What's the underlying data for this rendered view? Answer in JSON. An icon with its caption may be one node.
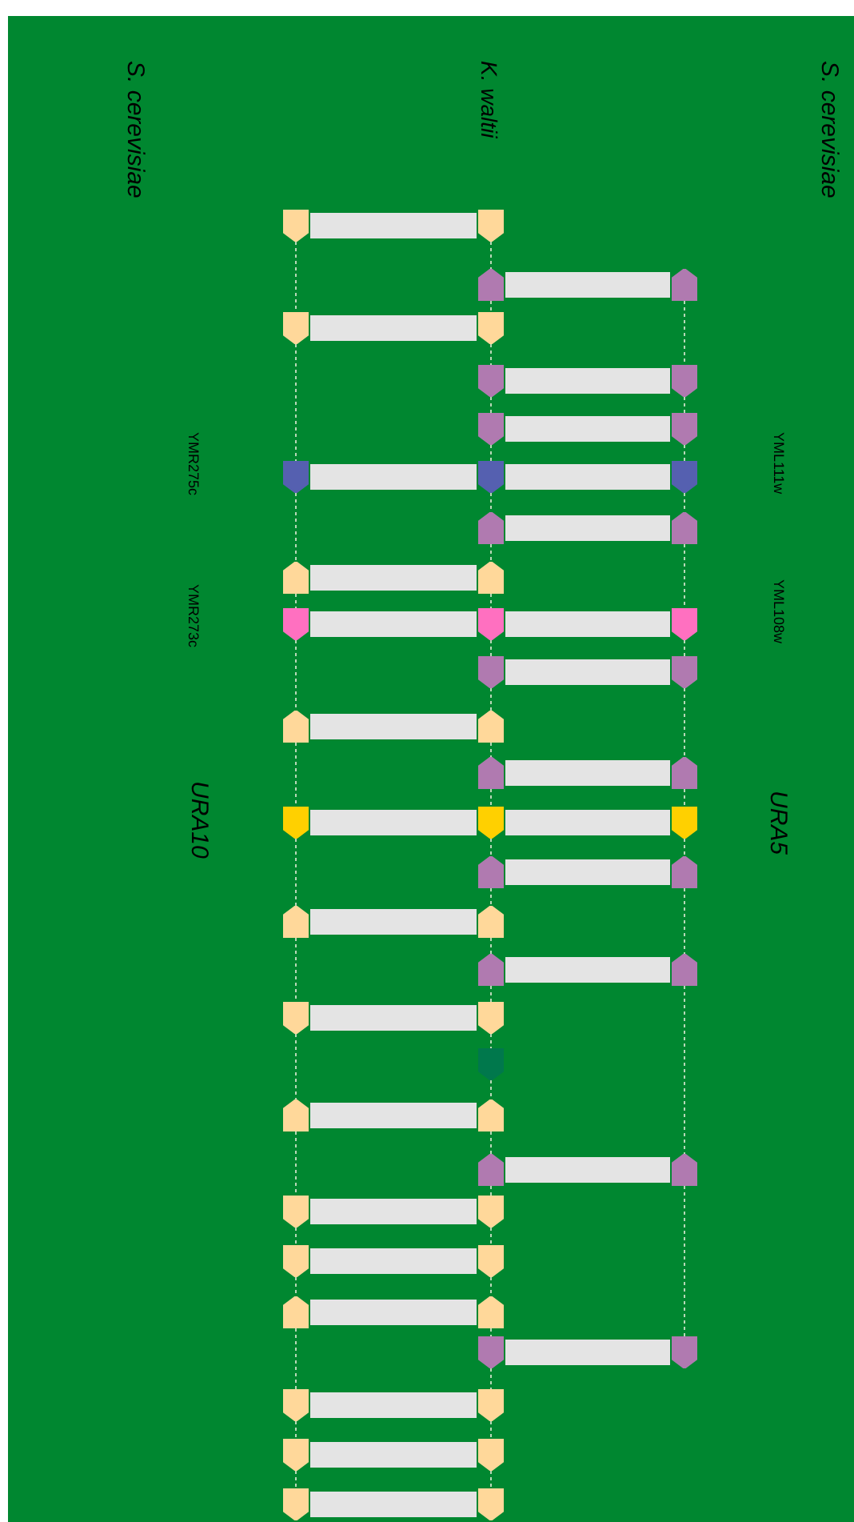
{
  "diagram": {
    "nodes": [
      {
        "text": [],
        "shape": "pentagon"
      },
      {
        "text": [],
        "shape": "pentagon"
      },
      {
        "text": [],
        "shape": "pentagon"
      },
      {
        "text": [],
        "shape": "pentagon"
      },
      {
        "text": [],
        "shape": "pentagon"
      },
      {
        "text": [],
        "shape": "pentagon"
      },
      {
        "text": [],
        "shape": "pentagon"
      },
      {
        "text": [],
        "shape": "pentagon"
      },
      {
        "text": [],
        "shape": "pentagon"
      },
      {
        "text": [],
        "shape": "pentagon"
      },
      {
        "text": [],
        "shape": "pentagon"
      },
      {
        "text": [],
        "shape": "pentagon"
      },
      {
        "text": [],
        "shape": "pentagon"
      },
      {
        "text": [],
        "shape": "pentagon"
      },
      {
        "text": [],
        "shape": "pentagon"
      },
      {
        "text": [],
        "shape": "pentagon"
      },
      {
        "text": [],
        "shape": "pentagon"
      },
      {
        "text": [],
        "shape": "pentagon"
      },
      {
        "text": [],
        "shape": "pentagon"
      },
      {
        "text": [],
        "shape": "pentagon"
      },
      {
        "text": [],
        "shape": "pentagon"
      },
      {
        "text": [],
        "shape": "pentagon"
      },
      {
        "text": [],
        "shape": "pentagon"
      },
      {
        "text": [],
        "shape": "pentagon"
      },
      {
        "text": [],
        "shape": "pentagon"
      },
      {
        "text": [],
        "shape": "pentagon"
      },
      {
        "text": [],
        "shape": "pentagon"
      },
      {
        "text": [],
        "shape": "pentagon"
      },
      {
        "text": [],
        "shape": "pentagon"
      },
      {
        "text": [],
        "shape": "pentagon"
      },
      {
        "text": [],
        "shape": "pentagon"
      },
      {
        "text": [],
        "shape": "pentagon"
      },
      {
        "text": [],
        "shape": "pentagon"
      },
      {
        "text": [],
        "shape": "pentagon"
      },
      {
        "text": [],
        "shape": "pentagon"
      },
      {
        "text": [],
        "shape": "pentagon"
      },
      {
        "text": [],
        "shape": "pentagon"
      },
      {
        "text": [],
        "shape": "pentagon"
      },
      {
        "text": [],
        "shape": "pentagon"
      },
      {
        "text": [],
        "shape": "pentagon"
      },
      {
        "text": [],
        "shape": "pentagon"
      },
      {
        "text": [],
        "shape": "pentagon"
      },
      {
        "text": [],
        "shape": "pentagon"
      },
      {
        "text": [],
        "shape": "pentagon"
      },
      {
        "text": [],
        "shape": "pentagon"
      },
      {
        "text": [],
        "shape": "pentagon"
      },
      {
        "text": [],
        "shape": "pentagon"
      },
      {
        "text": [],
        "shape": "pentagon"
      },
      {
        "text": [],
        "shape": "pentagon"
      },
      {
        "text": [],
        "shape": "pentagon"
      },
      {
        "text": [],
        "shape": "pentagon"
      },
      {
        "text": [],
        "shape": "pentagon"
      },
      {
        "text": [],
        "shape": "pentagon"
      },
      {
        "text": [],
        "shape": "pentagon"
      },
      {
        "text": [],
        "shape": "pentagon"
      },
      {
        "text": [],
        "shape": "pentagon"
      }
    ],
    "edges": [
      {
        "from": 0,
        "to": 1,
        "arrow": "none",
        "style": "thick"
      },
      {
        "from": 2,
        "to": 3,
        "arrow": "none",
        "style": "thick"
      },
      {
        "from": 4,
        "to": 5,
        "arrow": "none",
        "style": "thick"
      },
      {
        "from": 6,
        "to": 7,
        "arrow": "none",
        "style": "thick"
      },
      {
        "from": 8,
        "to": 9,
        "arrow": "none",
        "style": "thick"
      },
      {
        "from": 10,
        "to": 11,
        "arrow": "none",
        "style": "thick"
      },
      {
        "from": 11,
        "to": 12,
        "arrow": "none",
        "style": "thick"
      },
      {
        "from": 13,
        "to": 14,
        "arrow": "none",
        "style": "thick"
      },
      {
        "from": 15,
        "to": 16,
        "arrow": "none",
        "style": "thick"
      },
      {
        "from": 17,
        "to": 18,
        "arrow": "none",
        "style": "thick"
      },
      {
        "from": 18,
        "to": 19,
        "arrow": "none",
        "style": "thick"
      },
      {
        "from": 20,
        "to": 21,
        "arrow": "none",
        "style": "thick"
      },
      {
        "from": 22,
        "to": 23,
        "arrow": "none",
        "style": "thick"
      },
      {
        "from": 24,
        "to": 25,
        "arrow": "none",
        "style": "thick"
      },
      {
        "from": 26,
        "to": 27,
        "arrow": "none",
        "style": "thick"
      },
      {
        "from": 27,
        "to": 28,
        "arrow": "none",
        "style": "thick"
      },
      {
        "from": 29,
        "to": 30,
        "arrow": "none",
        "style": "thick"
      },
      {
        "from": 31,
        "to": 32,
        "arrow": "none",
        "style": "thick"
      },
      {
        "from": 33,
        "to": 34,
        "arrow": "none",
        "style": "thick"
      },
      {
        "from": 35,
        "to": 36,
        "arrow": "none",
        "style": "thick"
      },
      {
        "from": 38,
        "to": 39,
        "arrow": "none",
        "style": "thick"
      },
      {
        "from": 40,
        "to": 41,
        "arrow": "none",
        "style": "thick"
      },
      {
        "from": 42,
        "to": 43,
        "arrow": "none",
        "style": "thick"
      },
      {
        "from": 44,
        "to": 45,
        "arrow": "none",
        "style": "thick"
      },
      {
        "from": 46,
        "to": 47,
        "arrow": "none",
        "style": "thick"
      },
      {
        "from": 48,
        "to": 49,
        "arrow": "none",
        "style": "thick"
      },
      {
        "from": 50,
        "to": 51,
        "arrow": "none",
        "style": "thick"
      },
      {
        "from": 52,
        "to": 53,
        "arrow": "none",
        "style": "thick"
      },
      {
        "from": 54,
        "to": 55,
        "arrow": "none",
        "style": "thick"
      },
      {
        "from": 3,
        "to": 7,
        "arrow": "none",
        "style": "dashed",
        "color": "#b8d8b8"
      },
      {
        "from": 7,
        "to": 9,
        "arrow": "none",
        "style": "dashed",
        "color": "#b8d8b8"
      },
      {
        "from": 9,
        "to": 12,
        "arrow": "none",
        "style": "dashed",
        "color": "#b8d8b8"
      },
      {
        "from": 12,
        "to": 14,
        "arrow": "none",
        "style": "dashed",
        "color": "#b8d8b8"
      },
      {
        "from": 14,
        "to": 19,
        "arrow": "none",
        "style": "dashed",
        "color": "#b8d8b8"
      },
      {
        "from": 19,
        "to": 21,
        "arrow": "none",
        "style": "dashed",
        "color": "#b8d8b8"
      },
      {
        "from": 21,
        "to": 25,
        "arrow": "none",
        "style": "dashed",
        "color": "#b8d8b8"
      },
      {
        "from": 25,
        "to": 28,
        "arrow": "none",
        "style": "dashed",
        "color": "#b8d8b8"
      },
      {
        "from": 28,
        "to": 30,
        "arrow": "none",
        "style": "dashed",
        "color": "#b8d8b8"
      },
      {
        "from": 30,
        "to": 34,
        "arrow": "none",
        "style": "dashed",
        "color": "#b8d8b8"
      },
      {
        "from": 34,
        "to": 41,
        "arrow": "none",
        "style": "dashed",
        "color": "#b8d8b8"
      },
      {
        "from": 41,
        "to": 49,
        "arrow": "none",
        "style": "dashed",
        "color": "#b8d8b8"
      },
      {
        "from": 1,
        "to": 2,
        "arrow": "none",
        "style": "dashed",
        "color": "#b8d8b8"
      },
      {
        "from": 2,
        "to": 5,
        "arrow": "none",
        "style": "dashed",
        "color": "#b8d8b8"
      },
      {
        "from": 5,
        "to": 6,
        "arrow": "none",
        "style": "dashed",
        "color": "#b8d8b8"
      },
      {
        "from": 6,
        "to": 8,
        "arrow": "none",
        "style": "dashed",
        "color": "#b8d8b8"
      },
      {
        "from": 8,
        "to": 11,
        "arrow": "none",
        "style": "dashed",
        "color": "#b8d8b8"
      },
      {
        "from": 11,
        "to": 13,
        "arrow": "none",
        "style": "dashed",
        "color": "#b8d8b8"
      },
      {
        "from": 13,
        "to": 16,
        "arrow": "none",
        "style": "dashed",
        "color": "#b8d8b8"
      },
      {
        "from": 16,
        "to": 18,
        "arrow": "none",
        "style": "dashed",
        "color": "#b8d8b8"
      },
      {
        "from": 18,
        "to": 20,
        "arrow": "none",
        "style": "dashed",
        "color": "#b8d8b8"
      },
      {
        "from": 20,
        "to": 23,
        "arrow": "none",
        "style": "dashed",
        "color": "#b8d8b8"
      },
      {
        "from": 23,
        "to": 24,
        "arrow": "none",
        "style": "dashed",
        "color": "#b8d8b8"
      },
      {
        "from": 24,
        "to": 27,
        "arrow": "none",
        "style": "dashed",
        "color": "#b8d8b8"
      },
      {
        "from": 27,
        "to": 29,
        "arrow": "none",
        "style": "dashed",
        "color": "#b8d8b8"
      },
      {
        "from": 29,
        "to": 32,
        "arrow": "none",
        "style": "dashed",
        "color": "#b8d8b8"
      },
      {
        "from": 32,
        "to": 33,
        "arrow": "none",
        "style": "dashed",
        "color": "#b8d8b8"
      },
      {
        "from": 33,
        "to": 36,
        "arrow": "none",
        "style": "dashed",
        "color": "#b8d8b8"
      },
      {
        "from": 36,
        "to": 37,
        "arrow": "none",
        "style": "dashed",
        "color": "#b8d8b8"
      },
      {
        "from": 37,
        "to": 39,
        "arrow": "none",
        "style": "dashed",
        "color": "#b8d8b8"
      },
      {
        "from": 39,
        "to": 40,
        "arrow": "none",
        "style": "dashed",
        "color": "#b8d8b8"
      },
      {
        "from": 40,
        "to": 43,
        "arrow": "none",
        "style": "dashed",
        "color": "#b8d8b8"
      },
      {
        "from": 43,
        "to": 45,
        "arrow": "none",
        "style": "dashed",
        "color": "#b8d8b8"
      },
      {
        "from": 45,
        "to": 47,
        "arrow": "none",
        "style": "dashed",
        "color": "#b8d8b8"
      },
      {
        "from": 47,
        "to": 48,
        "arrow": "none",
        "style": "dashed",
        "color": "#b8d8b8"
      },
      {
        "from": 48,
        "to": 51,
        "arrow": "none",
        "style": "dashed",
        "color": "#b8d8b8"
      },
      {
        "from": 51,
        "to": 53,
        "arrow": "none",
        "style": "dashed",
        "color": "#b8d8b8"
      },
      {
        "from": 53,
        "to": 55,
        "arrow": "none",
        "style": "dashed",
        "color": "#b8d8b8"
      },
      {
        "from": 0,
        "to": 4,
        "arrow": "none",
        "style": "dashed",
        "color": "#b8d8b8"
      },
      {
        "from": 4,
        "to": 10,
        "arrow": "none",
        "style": "dashed",
        "color": "#b8d8b8"
      },
      {
        "from": 10,
        "to": 15,
        "arrow": "none",
        "style": "dashed",
        "color": "#b8d8b8"
      },
      {
        "from": 15,
        "to": 17,
        "arrow": "none",
        "style": "dashed",
        "color": "#b8d8b8"
      },
      {
        "from": 17,
        "to": 22,
        "arrow": "none",
        "style": "dashed",
        "color": "#b8d8b8"
      },
      {
        "from": 22,
        "to": 26,
        "arrow": "none",
        "style": "dashed",
        "color": "#b8d8b8"
      },
      {
        "from": 26,
        "to": 31,
        "arrow": "none",
        "style": "dashed",
        "color": "#b8d8b8"
      },
      {
        "from": 31,
        "to": 35,
        "arrow": "none",
        "style": "dashed",
        "color": "#b8d8b8"
      },
      {
        "from": 35,
        "to": 38,
        "arrow": "none",
        "style": "dashed",
        "color": "#b8d8b8"
      },
      {
        "from": 38,
        "to": 42,
        "arrow": "none",
        "style": "dashed",
        "color": "#b8d8b8"
      },
      {
        "from": 42,
        "to": 44,
        "arrow": "none",
        "style": "dashed",
        "color": "#b8d8b8"
      },
      {
        "from": 44,
        "to": 46,
        "arrow": "none",
        "style": "dashed",
        "color": "#b8d8b8"
      },
      {
        "from": 46,
        "to": 50,
        "arrow": "none",
        "style": "dashed",
        "color": "#b8d8b8"
      },
      {
        "from": 50,
        "to": 52,
        "arrow": "none",
        "style": "dashed",
        "color": "#b8d8b8"
      },
      {
        "from": 52,
        "to": 54,
        "arrow": "none",
        "style": "dashed",
        "color": "#b8d8b8"
      }
    ],
    "labels": [
      "S. cerevisiae",
      "K. waltii",
      "S. cerevisiae",
      "YML111w",
      "YML108w",
      "URA5",
      "YMR275c",
      "YMR273c",
      "URA10"
    ]
  }
}
